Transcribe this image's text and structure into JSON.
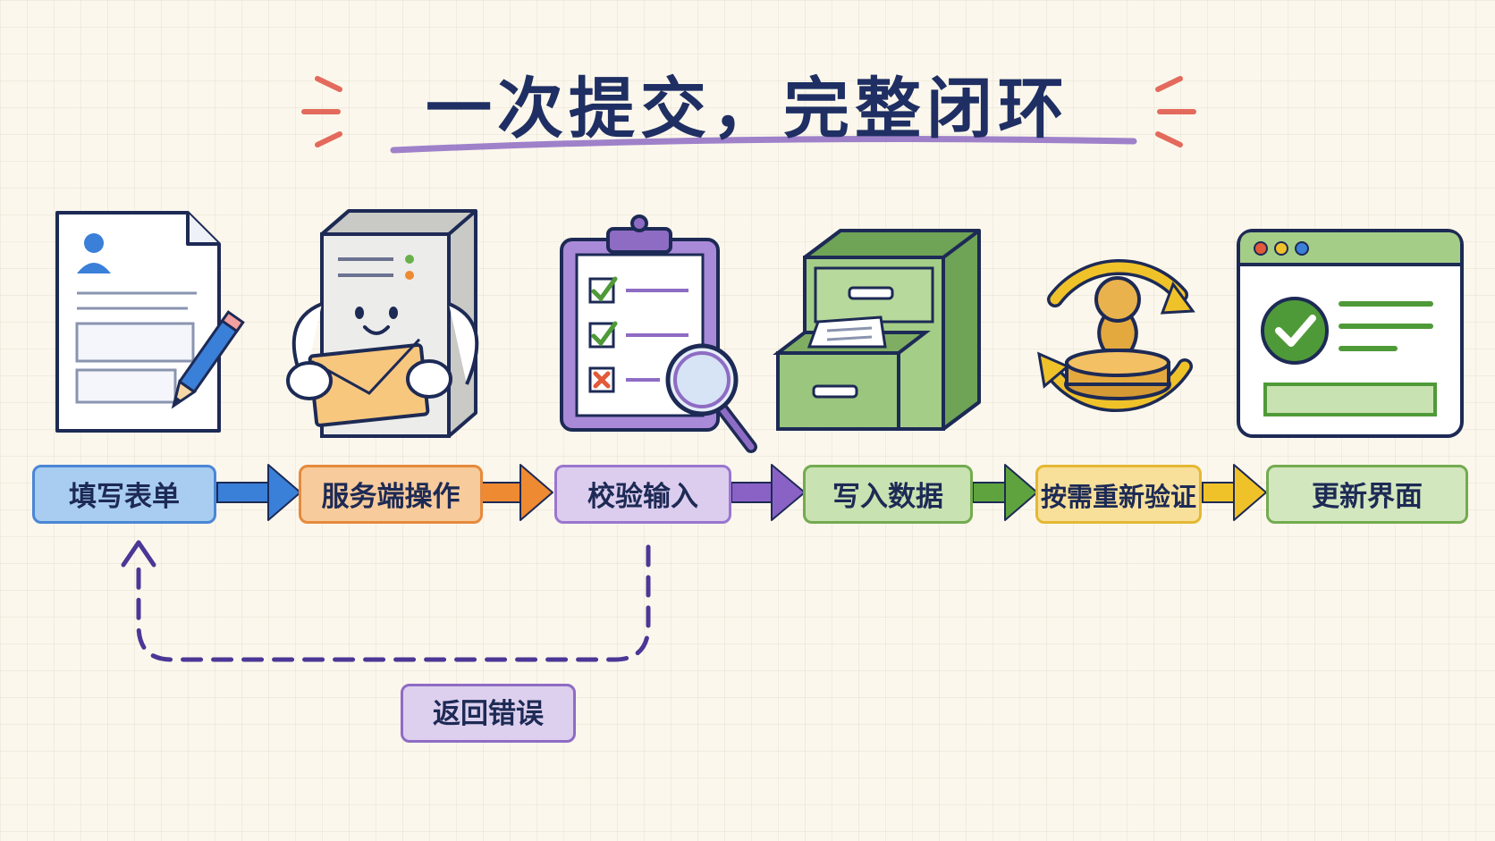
{
  "title": "一次提交，完整闭环",
  "steps": [
    {
      "label": "填写表单",
      "icon": "form-document-pencil-icon",
      "fill": "#a9cdf0",
      "border": "#4a86d6",
      "arrow": "#3a7fd8"
    },
    {
      "label": "服务端操作",
      "icon": "server-envelope-icon",
      "fill": "#f7cb9b",
      "border": "#e58a3c",
      "arrow": "#ee8a32"
    },
    {
      "label": "校验输入",
      "icon": "clipboard-magnifier-icon",
      "fill": "#dccdee",
      "border": "#9a76cf",
      "arrow": "#8a62c6"
    },
    {
      "label": "写入数据",
      "icon": "file-cabinet-icon",
      "fill": "#c9e2b2",
      "border": "#74ab4f",
      "arrow": "#5fa33e"
    },
    {
      "label": "按需重新验证",
      "icon": "stamp-refresh-icon",
      "fill": "#f8e09a",
      "border": "#e4b833",
      "arrow": "#f0c22a"
    },
    {
      "label": "更新界面",
      "icon": "browser-window-check-icon",
      "fill": "#d2e7be",
      "border": "#74ab4f"
    }
  ],
  "error_loop": {
    "label": "返回错误",
    "color": "#4b3796"
  },
  "colors": {
    "title": "#1f2f63",
    "underline": "#8e6cc4",
    "sparks": "#e36a5c",
    "ink": "#1d2a55"
  }
}
